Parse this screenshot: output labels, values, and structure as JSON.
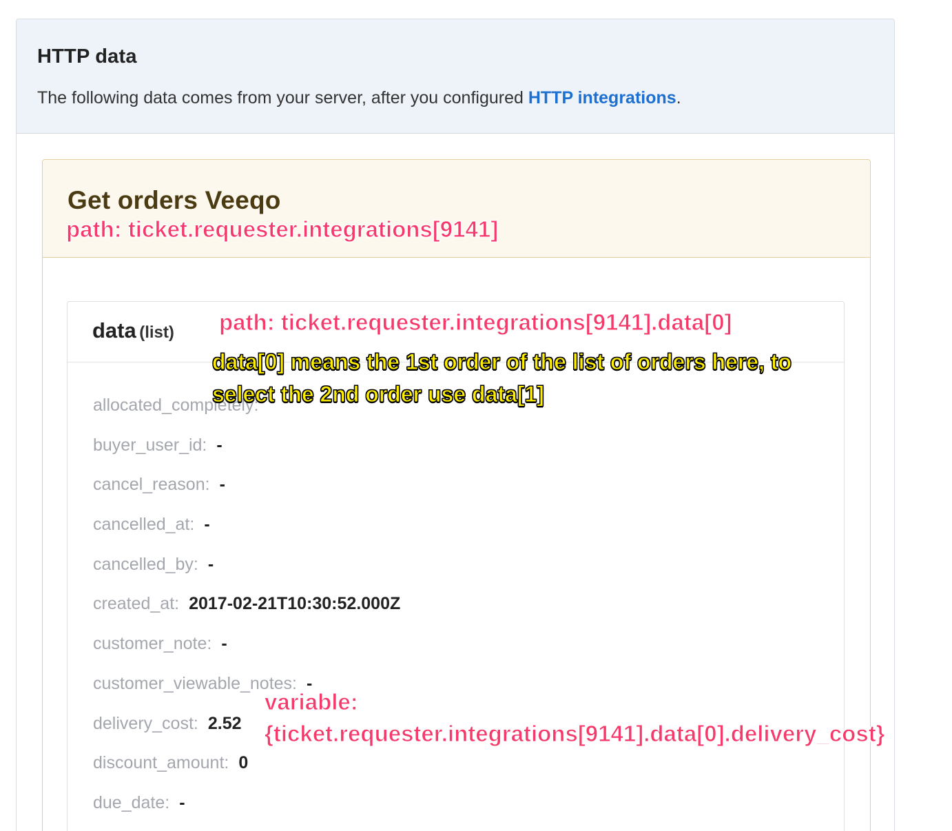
{
  "panel": {
    "title": "HTTP data",
    "desc_prefix": "The following data comes from your server, after you configured ",
    "desc_link": "HTTP integrations",
    "desc_suffix": "."
  },
  "integration": {
    "title": "Get orders Veeqo"
  },
  "data_card": {
    "title": "data",
    "type_label": "(list)",
    "rows": [
      {
        "key": "allocated_completely:",
        "value": ""
      },
      {
        "key": "buyer_user_id:",
        "value": "-"
      },
      {
        "key": "cancel_reason:",
        "value": "-"
      },
      {
        "key": "cancelled_at:",
        "value": "-"
      },
      {
        "key": "cancelled_by:",
        "value": "-"
      },
      {
        "key": "created_at:",
        "value": "2017-02-21T10:30:52.000Z"
      },
      {
        "key": "customer_note:",
        "value": "-"
      },
      {
        "key": "customer_viewable_notes:",
        "value": "-"
      },
      {
        "key": "delivery_cost:",
        "value": "2.52"
      },
      {
        "key": "discount_amount:",
        "value": "0"
      },
      {
        "key": "due_date:",
        "value": "-"
      }
    ]
  },
  "annotations": {
    "path_integration": "path: ticket.requester.integrations[9141]",
    "path_data": "path: ticket.requester.integrations[9141].data[0]",
    "note_line1": "data[0] means the 1st order of the list of orders here, to",
    "note_line2": "select the 2nd order use data[1]",
    "variable_label": "variable:",
    "variable_value": "{ticket.requester.integrations[9141].data[0].delivery_cost}"
  },
  "colors": {
    "link": "#1d6fd0",
    "annotation_pink": "#f5396b",
    "annotation_yellow": "#ffee00",
    "integration_title": "#4a3b12"
  }
}
